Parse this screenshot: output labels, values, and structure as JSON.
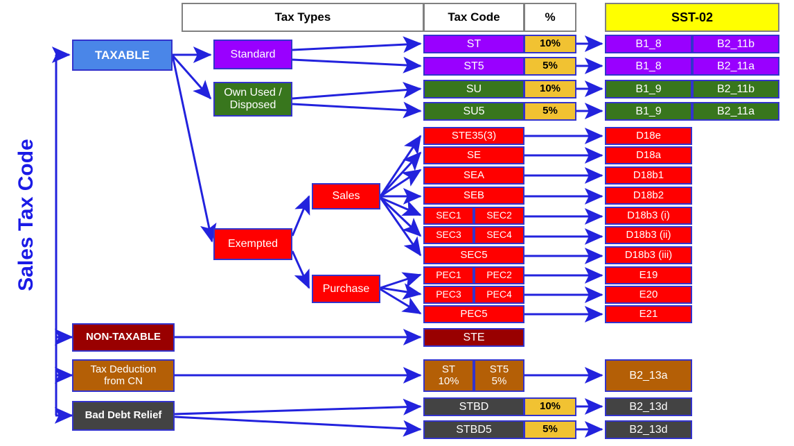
{
  "side_label": "Sales Tax Code",
  "headers": {
    "tax_types": "Tax Types",
    "tax_code": "Tax Code",
    "percent": "%",
    "sst02": "SST-02"
  },
  "colors": {
    "blue_taxable": "#4a86e8",
    "purple": "#9900ff",
    "green": "#38761d",
    "red": "#ff0000",
    "dark_red": "#990000",
    "brown": "#b45f06",
    "gray": "#434343",
    "gold": "#f1c232",
    "arrow": "#2222dd",
    "border": "#3333cc",
    "yellow": "#ffff00",
    "side_text": "#1a1ae6"
  },
  "categories": {
    "taxable": "TAXABLE",
    "non_taxable": "NON-TAXABLE",
    "tax_deduction": "Tax Deduction\nfrom CN",
    "tax_deduction_l1": "Tax Deduction",
    "tax_deduction_l2": "from CN",
    "bad_debt": "Bad Debt Relief"
  },
  "tax_types": {
    "standard": "Standard",
    "own_used_l1": "Own Used /",
    "own_used_l2": "Disposed",
    "exempted": "Exempted",
    "sales": "Sales",
    "purchase": "Purchase"
  },
  "rows": [
    {
      "code": "ST",
      "pct": "10%",
      "sst_left": "B1_8",
      "sst_right": "B2_11b"
    },
    {
      "code": "ST5",
      "pct": "5%",
      "sst_left": "B1_8",
      "sst_right": "B2_11a"
    },
    {
      "code": "SU",
      "pct": "10%",
      "sst_left": "B1_9",
      "sst_right": "B2_11b"
    },
    {
      "code": "SU5",
      "pct": "5%",
      "sst_left": "B1_9",
      "sst_right": "B2_11a"
    },
    {
      "code": "STE35(3)",
      "pct": "",
      "sst_left": "D18e",
      "sst_right": ""
    },
    {
      "code": "SE",
      "pct": "",
      "sst_left": "D18a",
      "sst_right": ""
    },
    {
      "code": "SEA",
      "pct": "",
      "sst_left": "D18b1",
      "sst_right": ""
    },
    {
      "code": "SEB",
      "pct": "",
      "sst_left": "D18b2",
      "sst_right": ""
    },
    {
      "code": "SEC1",
      "code2": "SEC2",
      "pct": "",
      "sst_left": "D18b3 (i)",
      "sst_right": ""
    },
    {
      "code": "SEC3",
      "code2": "SEC4",
      "pct": "",
      "sst_left": "D18b3 (ii)",
      "sst_right": ""
    },
    {
      "code": "SEC5",
      "pct": "",
      "sst_left": "D18b3 (iii)",
      "sst_right": ""
    },
    {
      "code": "PEC1",
      "code2": "PEC2",
      "pct": "",
      "sst_left": "E19",
      "sst_right": ""
    },
    {
      "code": "PEC3",
      "code2": "PEC4",
      "pct": "",
      "sst_left": "E20",
      "sst_right": ""
    },
    {
      "code": "PEC5",
      "pct": "",
      "sst_left": "E21",
      "sst_right": ""
    },
    {
      "code": "STE",
      "pct": "",
      "sst_left": "",
      "sst_right": ""
    }
  ],
  "deduction_row": {
    "code_a_l1": "ST",
    "code_a_l2": "10%",
    "code_b_l1": "ST5",
    "code_b_l2": "5%",
    "sst": "B2_13a"
  },
  "bad_debt_rows": [
    {
      "code": "STBD",
      "pct": "10%",
      "sst": "B2_13d"
    },
    {
      "code": "STBD5",
      "pct": "5%",
      "sst": "B2_13d"
    }
  ]
}
